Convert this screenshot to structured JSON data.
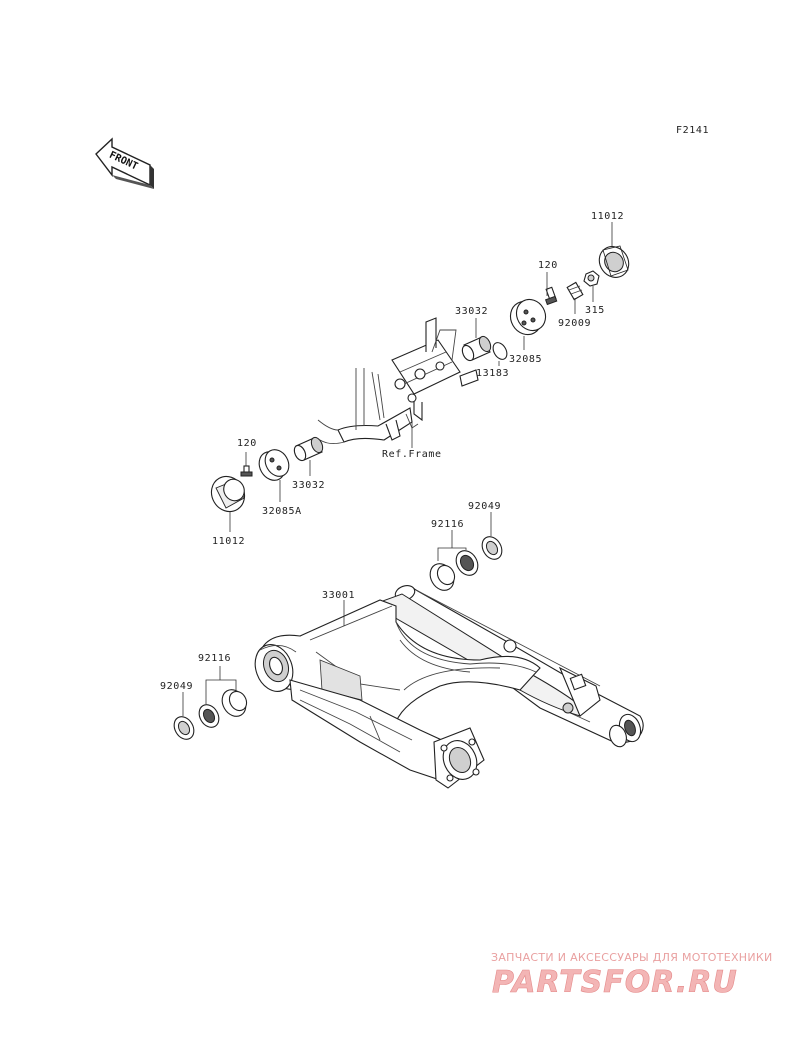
{
  "diagram_code": "F2141",
  "direction_label": "FRONT",
  "parts": {
    "p11012_top": "11012",
    "p120_top": "120",
    "p315": "315",
    "p92009": "92009",
    "p32085": "32085",
    "p33032_top": "33032",
    "p13183": "13183",
    "ref_frame": "Ref.Frame",
    "p120_left": "120",
    "p33032_left": "33032",
    "p32085A": "32085A",
    "p11012_left": "11012",
    "p92049_right": "92049",
    "p92116_right": "92116",
    "p33001": "33001",
    "p92116_left": "92116",
    "p92049_left": "92049"
  },
  "watermark": {
    "tagline": "ЗАПЧАСТИ И АКСЕССУАРЫ ДЛЯ МОТОТЕХНИКИ",
    "brand": "PARTSFOR.RU"
  }
}
